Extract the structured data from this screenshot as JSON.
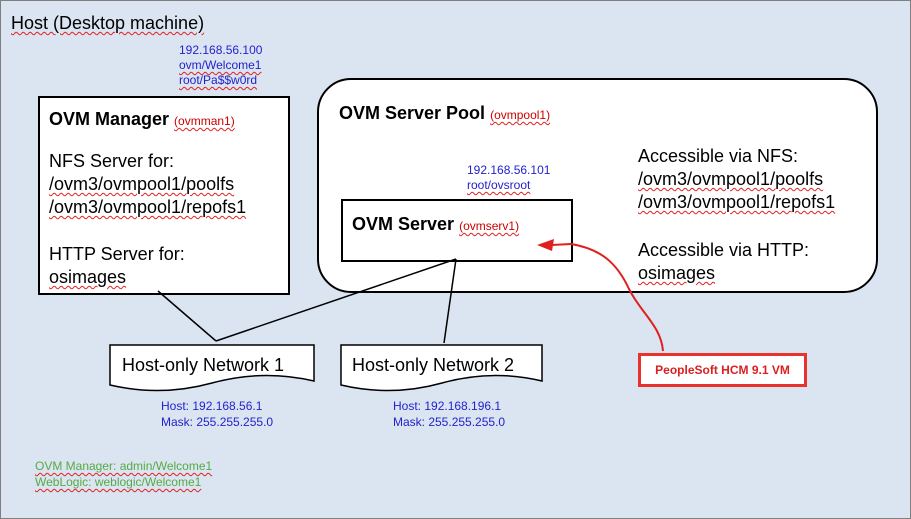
{
  "host": {
    "title": "Host (Desktop machine)",
    "ip": "192.168.56.100",
    "cred1": "ovm/Welcome1",
    "cred2": "root/Pa$$w0rd"
  },
  "manager": {
    "name": "OVM Manager",
    "tag": "(ovmman1)",
    "nfs_heading": "NFS Server for:",
    "nfs_paths": [
      "/ovm3/ovmpool1/poolfs",
      "/ovm3/ovmpool1/repofs1"
    ],
    "http_heading": "HTTP Server for:",
    "http_items": [
      "osimages"
    ]
  },
  "pool": {
    "name": "OVM Server Pool",
    "tag": "(ovmpool1)",
    "nfs_heading": "Accessible via NFS:",
    "nfs_paths": [
      "/ovm3/ovmpool1/poolfs",
      "/ovm3/ovmpool1/repofs1"
    ],
    "http_heading": "Accessible via HTTP:",
    "http_items": [
      "osimages"
    ]
  },
  "server": {
    "name": "OVM Server",
    "tag": "(ovmserv1)",
    "ip": "192.168.56.101",
    "cred": "root/ovsroot"
  },
  "networks": [
    {
      "name": "Host-only Network 1",
      "host": "Host: 192.168.56.1",
      "mask": "Mask: 255.255.255.0"
    },
    {
      "name": "Host-only Network 2",
      "host": "Host: 192.168.196.1",
      "mask": "Mask: 255.255.255.0"
    }
  ],
  "credentials": [
    "OVM Manager: admin/Welcome1",
    "WebLogic: weblogic/Welcome1"
  ],
  "vm": {
    "label": "PeopleSoft HCM 9.1 VM"
  },
  "colors": {
    "background": "#dbe5f1",
    "ip_text": "#2222cc",
    "cred_text": "#55aa44",
    "tag_text": "#cc0000",
    "vm_border": "#e8322b",
    "vm_arrow": "#e02020"
  }
}
